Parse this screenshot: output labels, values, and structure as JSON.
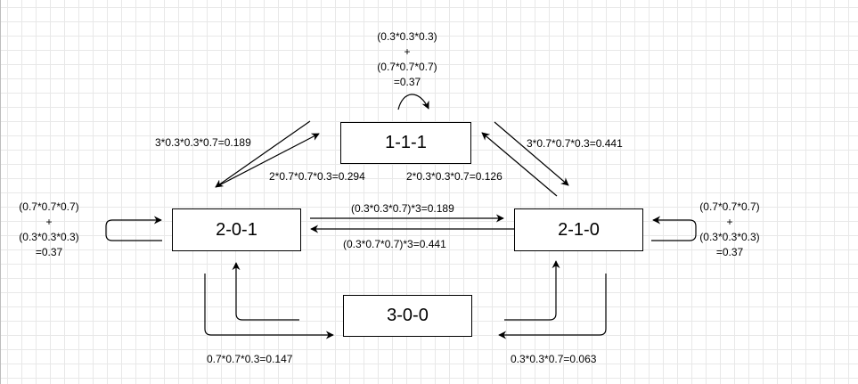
{
  "nodes": {
    "n111": "1-1-1",
    "n201": "2-0-1",
    "n210": "2-1-0",
    "n300": "3-0-0"
  },
  "labels": {
    "self_111": [
      "(0.3*0.3*0.3)",
      "+",
      "(0.7*0.7*0.7)",
      "=0.37"
    ],
    "self_201": [
      "(0.7*0.7*0.7)",
      "+",
      "(0.3*0.3*0.3)",
      "=0.37"
    ],
    "self_210": [
      "(0.7*0.7*0.7)",
      "+",
      "(0.3*0.3*0.3)",
      "=0.37"
    ],
    "e201_111": "3*0.3*0.3*0.7=0.189",
    "e111_201": "2*0.7*0.7*0.3=0.294",
    "e111_210": "2*0.3*0.3*0.7=0.126",
    "e210_111": "3*0.7*0.7*0.3=0.441",
    "e201_210": "(0.3*0.3*0.7)*3=0.189",
    "e210_201": "(0.3*0.7*0.7)*3=0.441",
    "e300_201": "0.7*0.7*0.3=0.147",
    "e300_210": "0.3*0.3*0.7=0.063"
  },
  "colors": {
    "stroke": "#000000",
    "grid": "#e8e8e8"
  }
}
